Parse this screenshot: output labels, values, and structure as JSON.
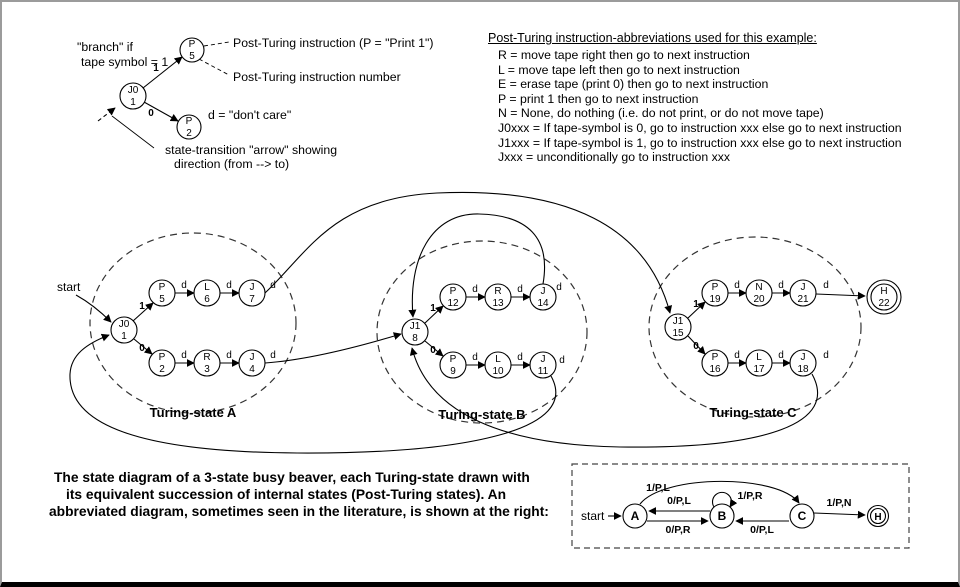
{
  "colors": {
    "ink": "#000000",
    "background": "#ffffff"
  },
  "legend": {
    "branch_note_line1": "\"branch\" if",
    "branch_note_line2": "tape symbol = 1",
    "instruction_note": "Post-Turing instruction (P = \"Print 1\")",
    "number_note": "Post-Turing instruction number",
    "dont_care_note": "d = \"don't care\"",
    "arrow_note_line1": "state-transition \"arrow\" showing",
    "arrow_note_line2": "direction (from --> to)",
    "branch_node": {
      "label": "J0",
      "num": "1"
    },
    "top_node": {
      "label": "P",
      "num": "5"
    },
    "bottom_node": {
      "label": "P",
      "num": "2"
    },
    "one": "1",
    "zero": "0"
  },
  "abbreviations": {
    "title": "Post-Turing instruction-abbreviations used for this example:",
    "lines": [
      "R = move tape right then go to next instruction",
      "L = move tape left then go to next instruction",
      "E = erase tape (print 0) then go to next instruction",
      "P = print 1 then go to next instruction",
      "N = None, do nothing (i.e. do not print, or do not move tape)",
      "J0xxx = If tape-symbol is 0, go to instruction xxx else go to next instruction",
      "J1xxx = If tape-symbol is 1, go to instruction xxx else go to next instruction",
      "Jxxx = unconditionally go to instruction xxx"
    ]
  },
  "main": {
    "start_label": "start",
    "d": "d",
    "one": "1",
    "zero": "0",
    "states": [
      {
        "name": "Turing-state A",
        "branch": {
          "label": "J0",
          "num": "1"
        },
        "top": [
          {
            "label": "P",
            "num": "5"
          },
          {
            "label": "L",
            "num": "6"
          },
          {
            "label": "J",
            "num": "7"
          }
        ],
        "bottom": [
          {
            "label": "P",
            "num": "2"
          },
          {
            "label": "R",
            "num": "3"
          },
          {
            "label": "J",
            "num": "4"
          }
        ]
      },
      {
        "name": "Turing-state B",
        "branch": {
          "label": "J1",
          "num": "8"
        },
        "top": [
          {
            "label": "P",
            "num": "12"
          },
          {
            "label": "R",
            "num": "13"
          },
          {
            "label": "J",
            "num": "14"
          }
        ],
        "bottom": [
          {
            "label": "P",
            "num": "9"
          },
          {
            "label": "L",
            "num": "10"
          },
          {
            "label": "J",
            "num": "11"
          }
        ]
      },
      {
        "name": "Turing-state C",
        "branch": {
          "label": "J1",
          "num": "15"
        },
        "top": [
          {
            "label": "P",
            "num": "19"
          },
          {
            "label": "N",
            "num": "20"
          },
          {
            "label": "J",
            "num": "21"
          }
        ],
        "bottom": [
          {
            "label": "P",
            "num": "16"
          },
          {
            "label": "L",
            "num": "17"
          },
          {
            "label": "J",
            "num": "18"
          }
        ]
      }
    ],
    "halt": {
      "label": "H",
      "num": "22"
    }
  },
  "caption": {
    "line1": "The state diagram of a 3-state busy beaver, each Turing-state drawn with",
    "line2": "its equivalent succession of internal states (Post-Turing states). An",
    "line3": "abbreviated diagram, sometimes seen in the literature, is shown at the right:"
  },
  "abbrev": {
    "start_label": "start",
    "nodes": {
      "a": "A",
      "b": "B",
      "c": "C",
      "h": "H"
    },
    "edges": {
      "a_to_c": "1/P,L",
      "b_to_a": "0/P,L",
      "b_loop": "1/P,R",
      "a_to_b": "0/P,R",
      "c_to_b": "0/P,L",
      "c_to_h": "1/P,N"
    }
  }
}
